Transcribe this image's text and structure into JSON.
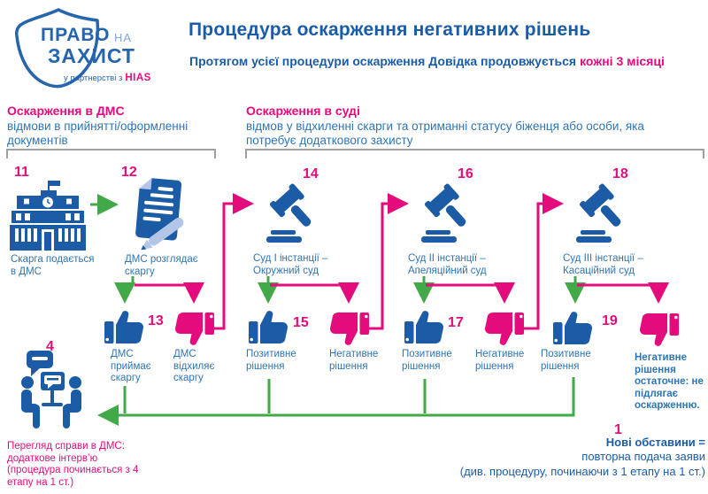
{
  "logo": {
    "line1": "ПРАВО",
    "line1b": "НА",
    "line2": "ЗАХИСТ",
    "partnership": "у партнерстві з",
    "partner": "HIAS"
  },
  "header": {
    "title": "Процедура оскарження негативних рішень",
    "subtitle": "Протягом усієї процедури оскарження Довідка продовжується",
    "subtitle_highlight": "кожні 3 місяці"
  },
  "sections": {
    "dms": {
      "title": "Оскарження в ДМС",
      "subtitle": "відмови в прийнятті/оформленні документів"
    },
    "court": {
      "title": "Оскарження в суді",
      "subtitle": "відмов у відхиленні скарги та отриманні статусу біженця або особи, яка потребує додаткового захисту"
    }
  },
  "steps": {
    "s11": {
      "number": "11",
      "caption": "Скарга подається в ДМС"
    },
    "s12": {
      "number": "12",
      "caption": "ДМС розглядає скаргу"
    },
    "s13": {
      "number": "13",
      "positive": "ДМС приймає скаргу",
      "negative": "ДМС відхиляє скаргу"
    },
    "s14": {
      "number": "14",
      "caption": "Суд І інстанції – Окружний суд"
    },
    "s15": {
      "number": "15",
      "positive": "Позитивне рішення",
      "negative": "Негативне рішення"
    },
    "s16": {
      "number": "16",
      "caption": "Суд ІІ інстанції – Апеляційний суд"
    },
    "s17": {
      "number": "17",
      "positive": "Позитивне рішення",
      "negative": "Негативне рішення"
    },
    "s18": {
      "number": "18",
      "caption": "Суд ІІІ інстанції – Касаційний суд"
    },
    "s19": {
      "number": "19",
      "positive": "Позитивне рішення",
      "negative_final": "Негативне рішення остаточне: не підлягає оскарженню."
    },
    "s4": {
      "number": "4",
      "caption": "Перегляд справи в ДМС: додаткове інтерв’ю (процедура починається з 4 етапу на 1 ст.)"
    },
    "s1": {
      "number": "1",
      "caption_bold": "Нові обставини =",
      "caption_line2": "повторна подача заяви",
      "caption_line3": "(див. процедуру, починаючи з 1 етапу на 1 ст.)"
    }
  },
  "icons": {
    "logo": "shield-icon",
    "step11": "government-building-icon",
    "step12": "document-pencil-icon",
    "courts": "gavel-icon",
    "positive": "thumb-up-icon",
    "negative": "thumb-down-icon",
    "step4": "interview-icon"
  },
  "colors": {
    "blue_dark": "#1B5CA8",
    "blue_icon": "#1C5CA6",
    "blue_caption": "#2E75B6",
    "pink": "#E40B7C",
    "green": "#42A948",
    "gray_bracket": "#A0A0A0",
    "light_blue_accent": "#B4C6E7"
  }
}
